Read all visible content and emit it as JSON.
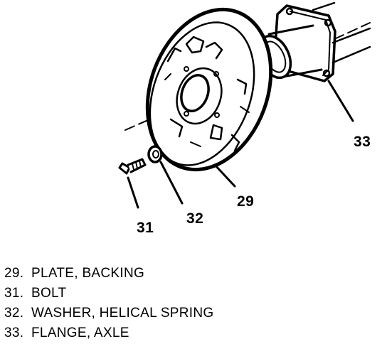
{
  "callouts": {
    "c29": "29",
    "c31": "31",
    "c32": "32",
    "c33": "33"
  },
  "legend": [
    {
      "number": "29.",
      "text": "PLATE, BACKING"
    },
    {
      "number": "31.",
      "text": "BOLT"
    },
    {
      "number": "32.",
      "text": "WASHER, HELICAL SPRING"
    },
    {
      "number": "33.",
      "text": "FLANGE, AXLE"
    }
  ]
}
